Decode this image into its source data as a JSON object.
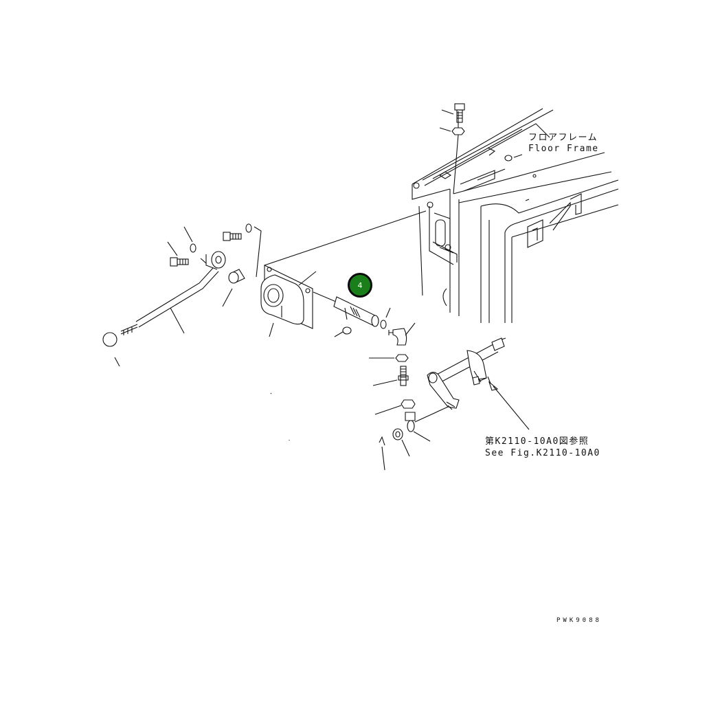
{
  "labels": {
    "floor_frame_jp": "フロアフレーム",
    "floor_frame_en": "Floor Frame",
    "ref_jp": "第K2110-10A0図参照",
    "ref_en": "See Fig.K2110-10A0",
    "drawing_code": "PWK9088"
  },
  "callouts": [
    {
      "number": "4",
      "color": "#1a7f1a"
    }
  ]
}
